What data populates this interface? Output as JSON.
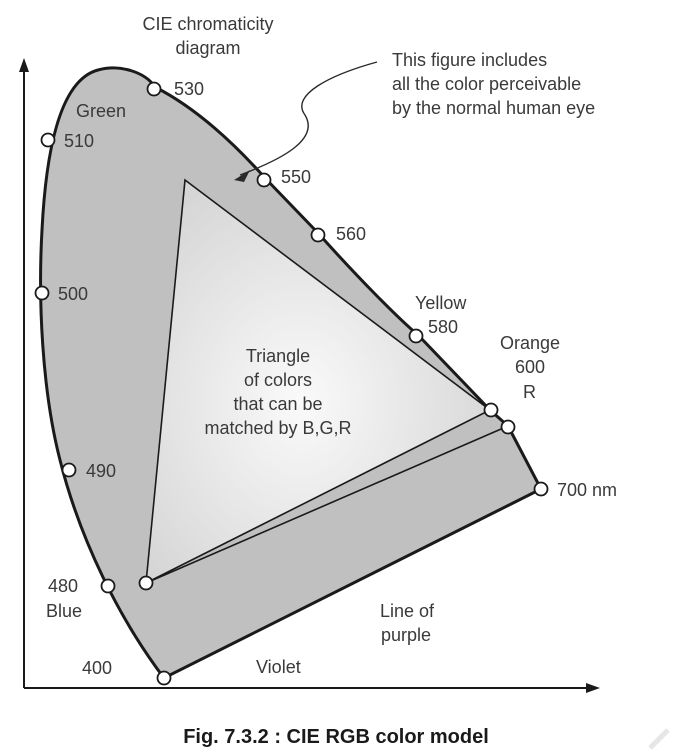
{
  "diagram": {
    "title_line1": "CIE chromaticity",
    "title_line2": "diagram",
    "note_line1": "This figure includes",
    "note_line2": "all the color perceivable",
    "note_line3": "by the normal human eye",
    "triangle_line1": "Triangle",
    "triangle_line2": "of colors",
    "triangle_line3": "that can be",
    "triangle_line4": "matched by B,G,R",
    "region_labels": {
      "green": "Green",
      "yellow": "Yellow",
      "orange": "Orange",
      "blue": "Blue",
      "violet": "Violet",
      "red_vertex": "R",
      "line_of_purple_1": "Line of",
      "line_of_purple_2": "purple"
    },
    "wavelength_labels": {
      "w530": "530",
      "w510": "510",
      "w550": "550",
      "w560": "560",
      "w500": "500",
      "w580": "580",
      "w600": "600",
      "w490": "490",
      "w700": "700 nm",
      "w480": "480",
      "w400": "400"
    },
    "colors": {
      "gamut_fill": "#c0c0c0",
      "triangle_fill_center": "#f7f7f7",
      "triangle_fill_edge": "#d8d8d8",
      "stroke": "#1a1a1a",
      "text": "#3a3a3a"
    }
  },
  "caption": "Fig. 7.3.2 : CIE RGB color model"
}
